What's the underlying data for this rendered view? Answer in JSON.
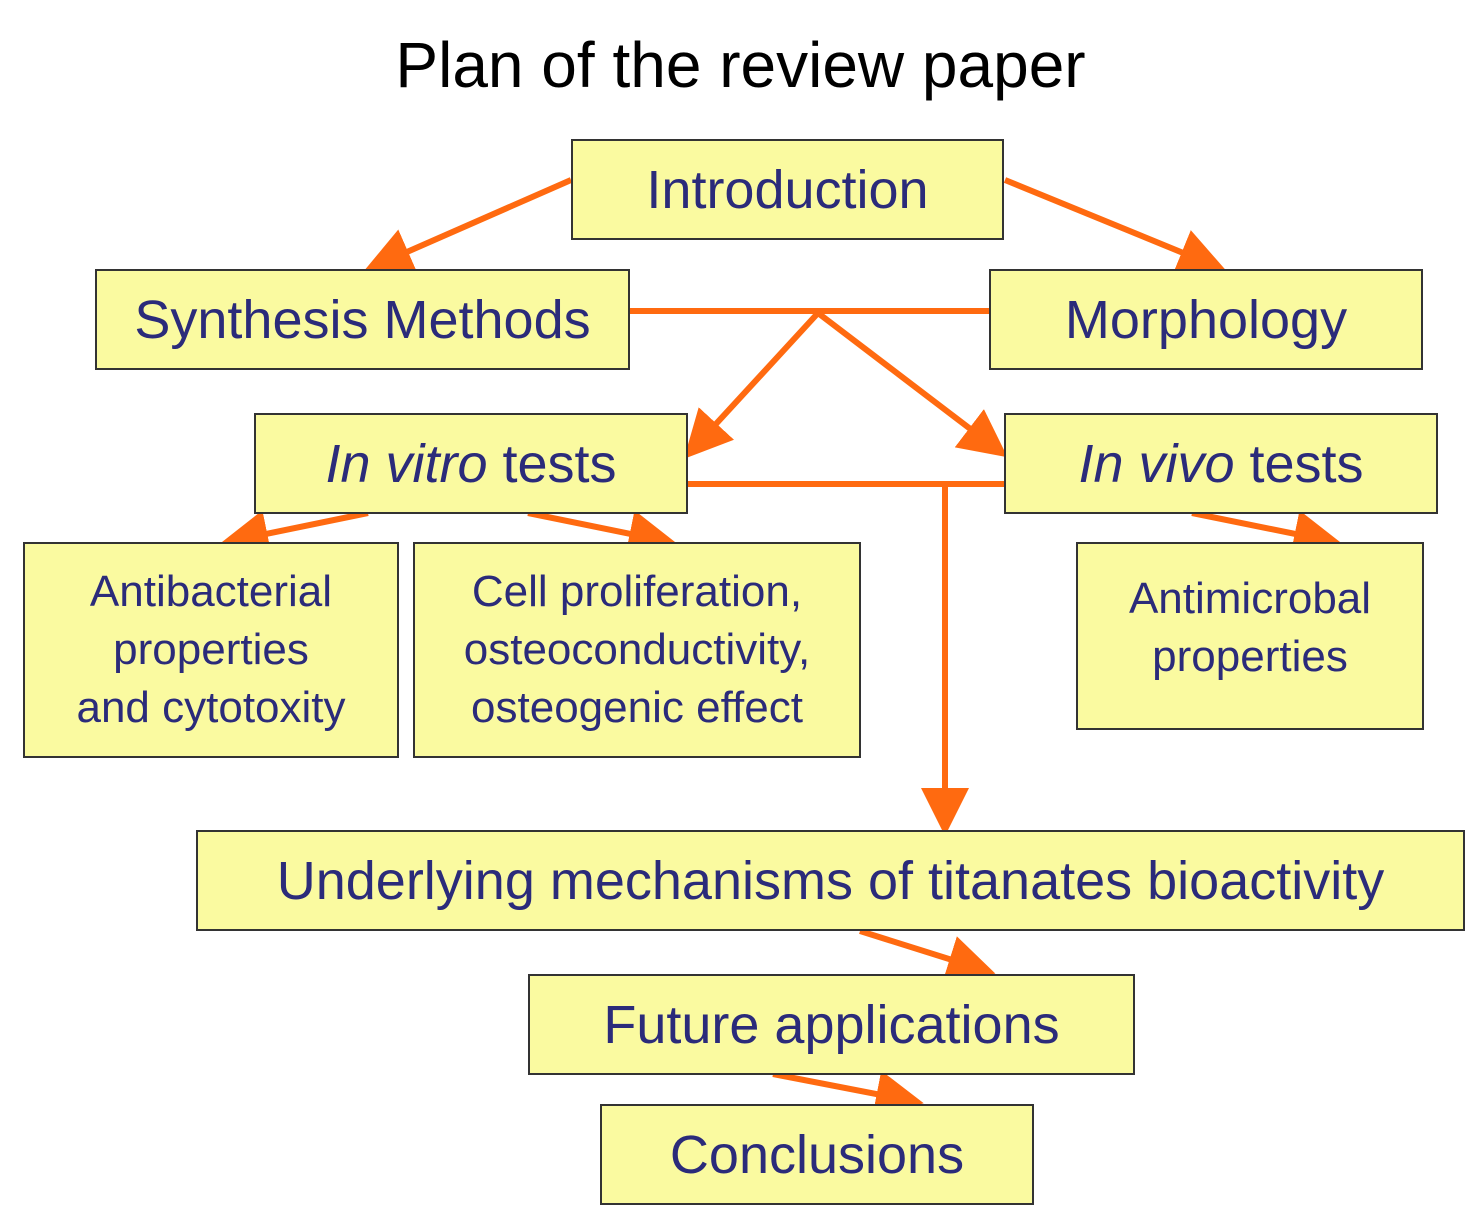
{
  "title": "Plan of the review paper",
  "colors": {
    "box_fill": "#fafaa0",
    "box_border": "#333333",
    "text": "#2b2b7a",
    "arrow": "#ff6a10"
  },
  "nodes": {
    "introduction": "Introduction",
    "synthesis": "Synthesis Methods",
    "morphology": "Morphology",
    "invitro_em": "In vitro",
    "invitro_rest": " tests",
    "invivo_em": "In vivo",
    "invivo_rest": " tests",
    "antibacterial": [
      "Antibacterial",
      "properties",
      "and cytotoxity"
    ],
    "cell": [
      "Cell proliferation,",
      "osteoconductivity,",
      "osteogenic effect"
    ],
    "antimicrobal": [
      "Antimicrobal",
      "properties"
    ],
    "mechanisms": "Underlying mechanisms of titanates bioactivity",
    "future": "Future applications",
    "conclusions": "Conclusions"
  }
}
